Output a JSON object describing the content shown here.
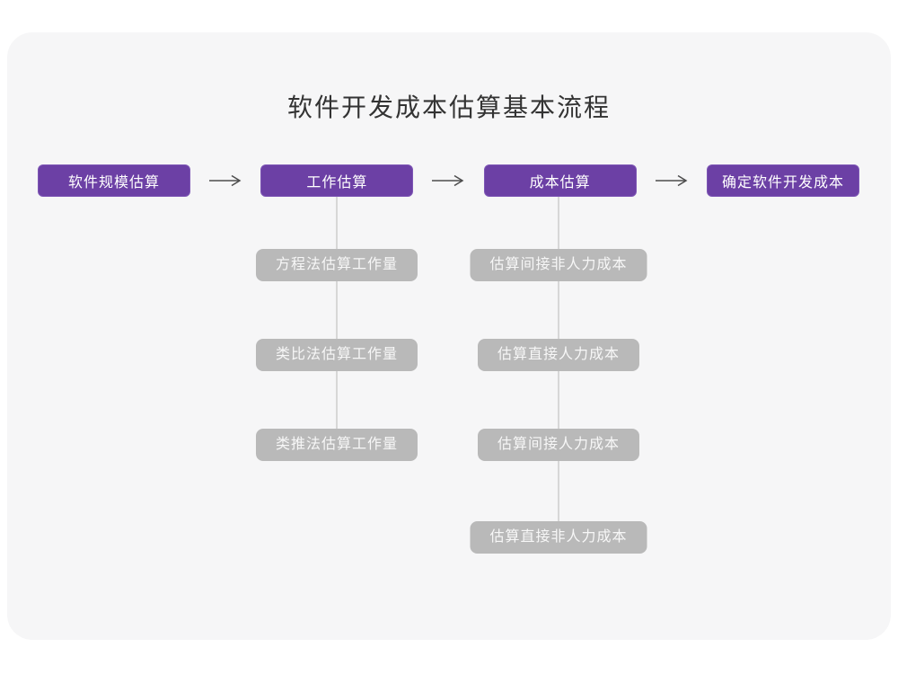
{
  "page": {
    "background": "#ffffff",
    "card_background": "#f6f6f7"
  },
  "title": "软件开发成本估算基本流程",
  "colors": {
    "primary_node": "#6C40A5",
    "primary_node_text": "#ffffff",
    "sub_node": "#b9b9b9",
    "sub_node_text": "#f7f7f7",
    "connector_line": "#d7d7d7",
    "arrow": "#4d4d4d",
    "title_text": "#333333"
  },
  "flow": {
    "arrow_icon": "right-arrow",
    "steps": [
      {
        "label": "软件规模估算"
      },
      {
        "label": "工作估算"
      },
      {
        "label": "成本估算"
      },
      {
        "label": "确定软件开发成本"
      }
    ]
  },
  "sub_flows": {
    "work_estimation": {
      "parent": "工作估算",
      "items": [
        {
          "label": "方程法估算工作量"
        },
        {
          "label": "类比法估算工作量"
        },
        {
          "label": "类推法估算工作量"
        }
      ]
    },
    "cost_estimation": {
      "parent": "成本估算",
      "items": [
        {
          "label": "估算间接非人力成本"
        },
        {
          "label": "估算直接人力成本"
        },
        {
          "label": "估算间接人力成本"
        },
        {
          "label": "估算直接非人力成本"
        }
      ]
    }
  }
}
